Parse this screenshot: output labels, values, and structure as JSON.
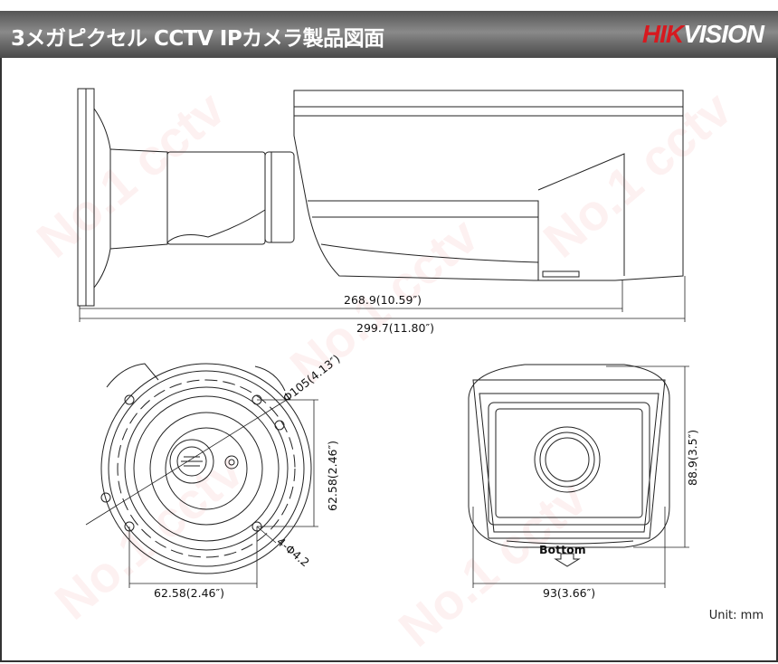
{
  "header": {
    "title": "3メガピクセル CCTV IPカメラ製品図面",
    "logo_red": "HIK",
    "logo_white": "VISION"
  },
  "watermark": "No.1 cctv",
  "side_view": {
    "body_length": "268.9(10.59″)",
    "total_length": "299.7(11.80″)"
  },
  "rear_view": {
    "diameter": "Φ105(4.13″)",
    "vertical_spacing": "62.58(2.46″)",
    "horizontal_spacing": "62.58(2.46″)",
    "holes": "4-Φ4.2"
  },
  "front_view": {
    "height": "88.9(3.5″)",
    "width": "93(3.66″)",
    "bottom_label": "Bottom"
  },
  "unit": "Unit: mm"
}
